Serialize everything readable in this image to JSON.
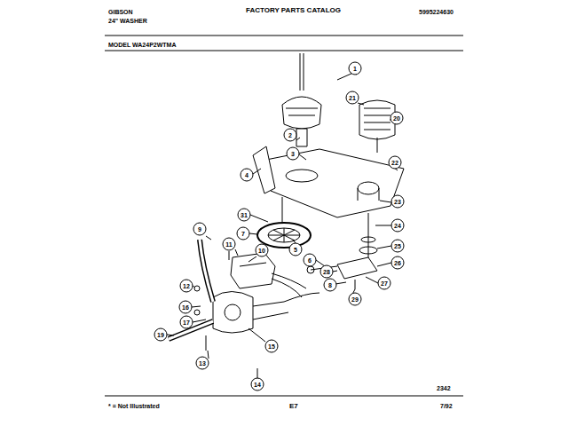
{
  "diagram": {
    "title": "FACTORY PARTS CATALOG",
    "labels": [
      "GIBSON",
      "24\" WASHER",
      "5995224630",
      "MODEL WA24P2WTMA",
      "1",
      "21",
      "20",
      "2",
      "3",
      "22",
      "4",
      "23",
      "31",
      "24",
      "7",
      "25",
      "5",
      "6",
      "26",
      "9",
      "11",
      "10",
      "27",
      "28",
      "8",
      "29",
      "12",
      "16",
      "17",
      "19",
      "15",
      "13",
      "14",
      "2342",
      "* = Not Illustrated",
      "E7",
      "7/92"
    ]
  }
}
